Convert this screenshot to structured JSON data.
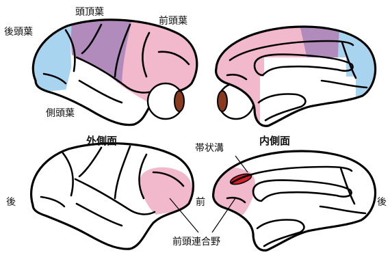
{
  "figure": {
    "top_labels": {
      "occipital": "後頭葉",
      "parietal": "頭頂葉",
      "frontal": "前頭葉",
      "temporal": "側頭葉"
    },
    "view_labels": {
      "lateral": "外側面",
      "medial": "内側面"
    },
    "bottom_labels": {
      "posterior_left": "後",
      "anterior": "前",
      "posterior_right": "後",
      "cingulate_sulcus": "帯状溝",
      "prefrontal_cortex": "前頭連合野"
    },
    "colors": {
      "occipital": "#a8d4f0",
      "parietal": "#b28bbd",
      "frontal": "#f2b8cb",
      "lesion": "#d1202a",
      "iris": "#8a3a1e",
      "outline": "#000000"
    }
  }
}
